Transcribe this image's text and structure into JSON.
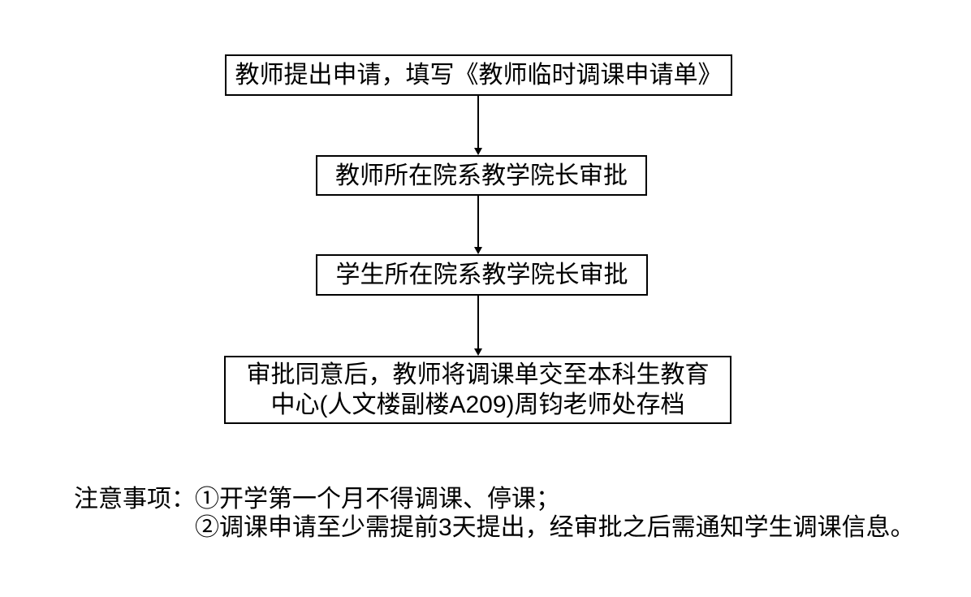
{
  "canvas": {
    "background": "#ffffff",
    "ink_color": "#000000",
    "border_color": "#000000"
  },
  "flowchart": {
    "steps": [
      {
        "text": "教师提出申请，填写《教师临时调课申请单》"
      },
      {
        "text": "教师所在院系教学院长审批"
      },
      {
        "text": "学生所在院系教学院长审批"
      },
      {
        "lines": [
          "审批同意后，教师将调课单交至本科生教育",
          "中心(人文楼副楼A209)周钧老师处存档"
        ]
      }
    ]
  },
  "notes": {
    "label": "注意事项：",
    "items": [
      "①开学第一个月不得调课、停课；",
      "②调课申请至少需提前3天提出，经审批之后需通知学生调课信息。"
    ]
  }
}
